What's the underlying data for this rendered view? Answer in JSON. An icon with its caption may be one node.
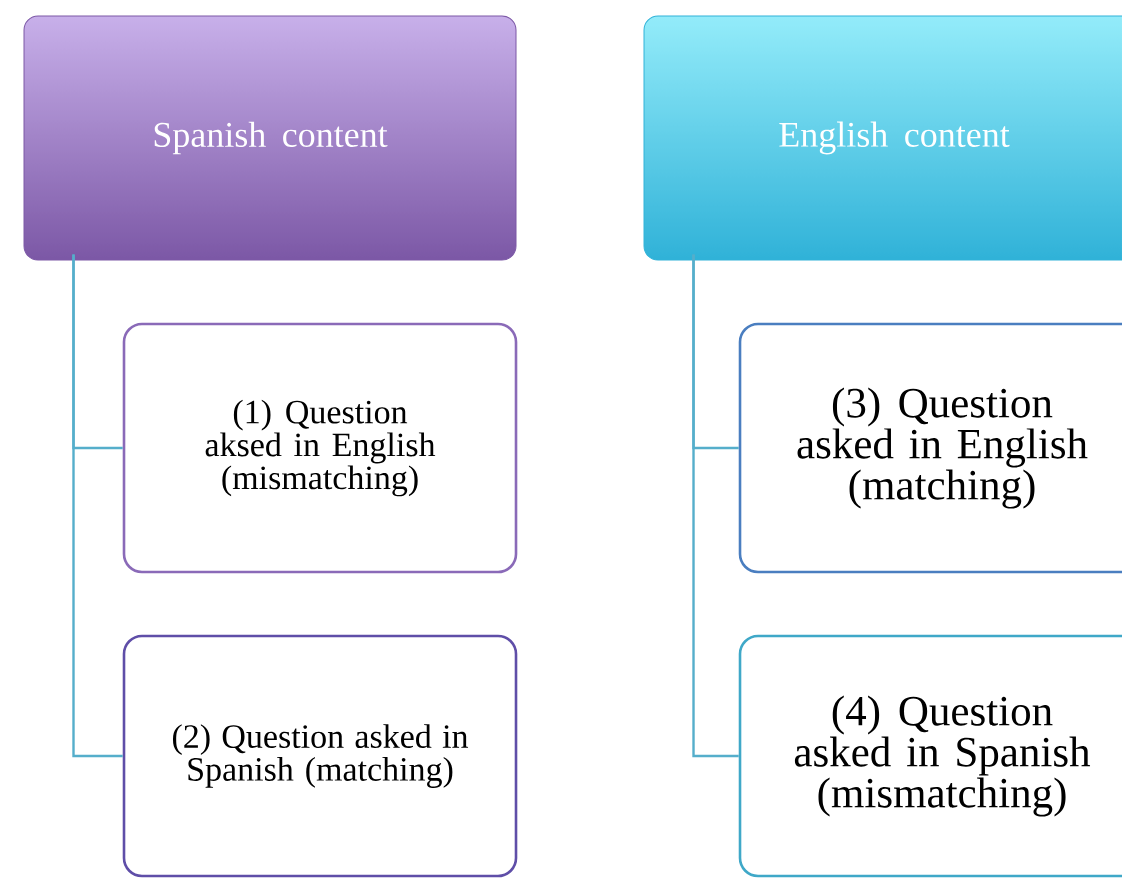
{
  "diagram": {
    "nodes": [
      {
        "text": [
          "Spanish content"
        ]
      },
      {
        "text": [
          "(1) Question aksed in English (mismatching)"
        ]
      },
      {
        "text": [
          "(2) Question asked in Spanish (matching)"
        ]
      },
      {
        "text": [
          "English content"
        ]
      },
      {
        "text": [
          "(3) Question asked in English (matching)"
        ]
      },
      {
        "text": [
          "(4) Question asked in Spanish (mismatching)"
        ]
      }
    ],
    "edges": [
      {
        "from": 0,
        "to": 1,
        "arrow": "none"
      },
      {
        "from": 0,
        "to": 2,
        "arrow": "none"
      },
      {
        "from": 3,
        "to": 4,
        "arrow": "none"
      },
      {
        "from": 3,
        "to": 5,
        "arrow": "none"
      }
    ]
  }
}
